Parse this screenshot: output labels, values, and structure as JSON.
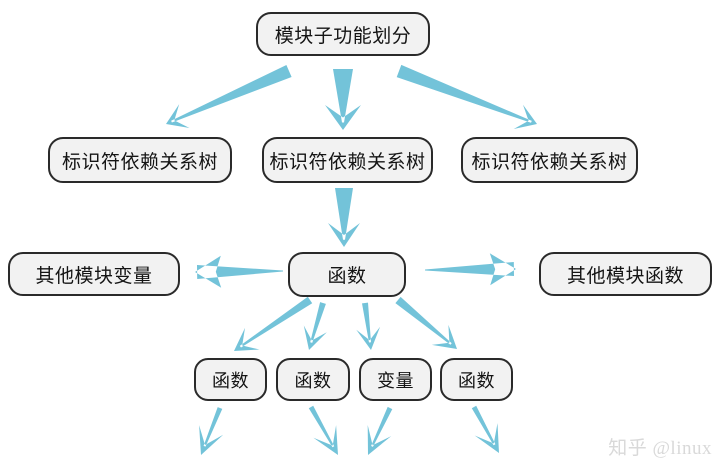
{
  "colors": {
    "arrow": "#73c3d9",
    "node_fill": "#f2f2f2",
    "node_border": "#2a2a2a",
    "background": "#ffffff",
    "watermark": "#d9d9d9"
  },
  "diagram": {
    "nodes": {
      "root": {
        "label": "模块子功能划分"
      },
      "tree1": {
        "label": "标识符依赖关系树"
      },
      "tree2": {
        "label": "标识符依赖关系树"
      },
      "tree3": {
        "label": "标识符依赖关系树"
      },
      "other_vars": {
        "label": "其他模块变量"
      },
      "func": {
        "label": "函数"
      },
      "other_funcs": {
        "label": "其他模块函数"
      },
      "leaf1": {
        "label": "函数"
      },
      "leaf2": {
        "label": "函数"
      },
      "leaf3": {
        "label": "变量"
      },
      "leaf4": {
        "label": "函数"
      }
    },
    "edges": [
      {
        "id": "root-tree1",
        "from": "root",
        "to": "tree1"
      },
      {
        "id": "root-tree2",
        "from": "root",
        "to": "tree2"
      },
      {
        "id": "root-tree3",
        "from": "root",
        "to": "tree3"
      },
      {
        "id": "tree2-func",
        "from": "tree2",
        "to": "func"
      },
      {
        "id": "func-other_vars",
        "from": "func",
        "to": "other_vars"
      },
      {
        "id": "func-other_funcs",
        "from": "func",
        "to": "other_funcs"
      },
      {
        "id": "func-leaf1",
        "from": "func",
        "to": "leaf1"
      },
      {
        "id": "func-leaf2",
        "from": "func",
        "to": "leaf2"
      },
      {
        "id": "func-leaf3",
        "from": "func",
        "to": "leaf3"
      },
      {
        "id": "func-leaf4",
        "from": "func",
        "to": "leaf4"
      },
      {
        "id": "leaf1-down",
        "from": "leaf1",
        "to": "offscreen"
      },
      {
        "id": "leaf2-down",
        "from": "leaf2",
        "to": "offscreen"
      },
      {
        "id": "leaf3-down",
        "from": "leaf3",
        "to": "offscreen"
      },
      {
        "id": "leaf4-down",
        "from": "leaf4",
        "to": "offscreen"
      }
    ]
  },
  "watermark": {
    "text": "知乎 @linux"
  }
}
